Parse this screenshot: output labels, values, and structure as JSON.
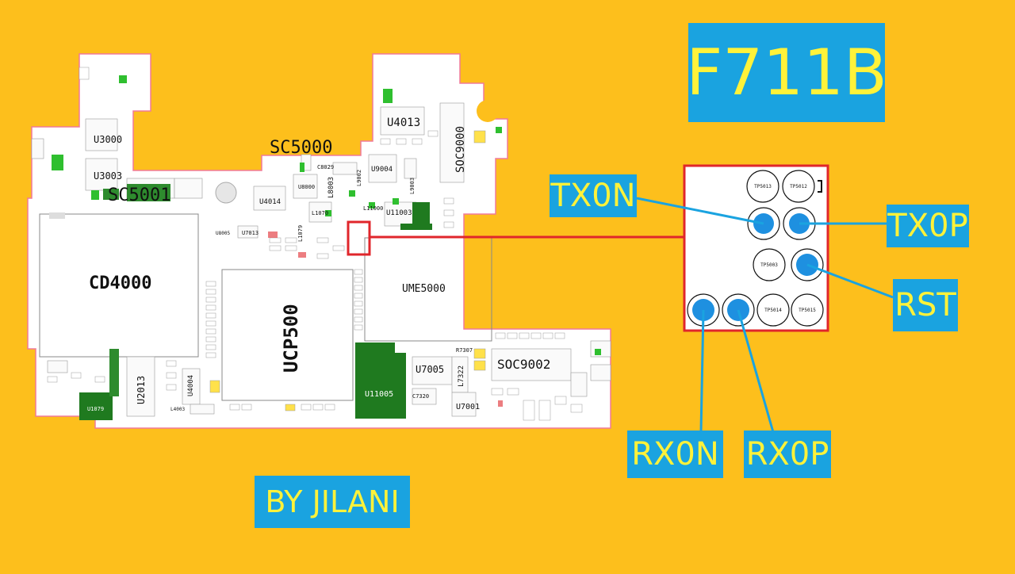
{
  "model": "F711B",
  "credit": "BY JILANI",
  "pins": {
    "tx0n": "TX0N",
    "tx0p": "TX0P",
    "rst": "RST",
    "rx0n": "RX0N",
    "rx0p": "RX0P"
  },
  "testpoints": {
    "tp5013": "TP5013",
    "tp5012": "TP5012",
    "tp5003": "TP5003",
    "tp5014": "TP5014",
    "tp5015": "TP5015"
  },
  "board": {
    "sc5000": "SC5000",
    "sc5001": "SC5001",
    "u4013": "U4013",
    "soc9000": "SOC9000",
    "u3000": "U3000",
    "u3003": "U3003",
    "u9004": "U9004",
    "u11003": "U11003",
    "u4014": "U4014",
    "l11000": "L11000",
    "l1070": "L1070",
    "u7013": "U7013",
    "cd4000": "CD4000",
    "ucp500": "UCP500",
    "ume5000": "UME5000",
    "r7307": "R7307",
    "u7005": "U7005",
    "l7322": "L7322",
    "soc9002": "SOC9002",
    "u11005": "U11005",
    "u7001": "U7001",
    "u2013": "U2013",
    "u4004": "U4004",
    "u1079": "U1079",
    "l9002": "L9002",
    "l8003": "L8003",
    "l9003": "L9003",
    "c8029": "C8029",
    "u8000": "U8000",
    "c7320": "C7320",
    "l1079": "L1079",
    "u8005": "U8005",
    "l4003": "L4003"
  },
  "colors": {
    "background": "#FDBF1C",
    "label_fill": "#1AA3E0",
    "label_text": "#FFF23A",
    "highlight": "#E0262B",
    "pad_blue": "#1E90E0",
    "leader": "#1AA3E0",
    "board_outline": "#F07A9A",
    "component_green": "#1F7A1F"
  }
}
